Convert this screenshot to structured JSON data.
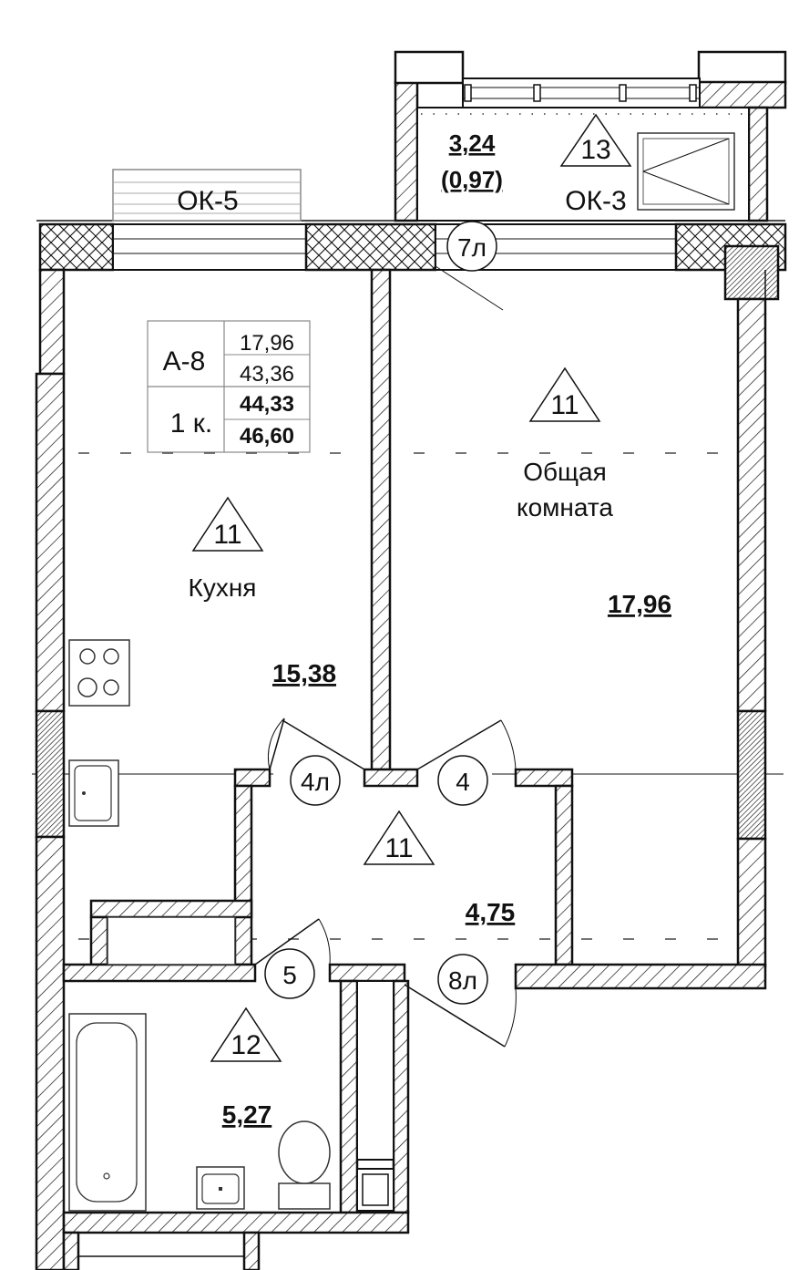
{
  "apartment": {
    "code": "А-8",
    "rooms_label": "1 к.",
    "living_area": "17,96",
    "total_area": "43,36",
    "area_bold_1": "44,33",
    "area_bold_2": "46,60"
  },
  "rooms": {
    "kitchen": {
      "name": "Кухня",
      "area": "15,38",
      "mark": "11"
    },
    "living": {
      "name_line1": "Общая",
      "name_line2": "комната",
      "area": "17,96",
      "mark": "11"
    },
    "hall": {
      "area": "4,75",
      "mark": "11"
    },
    "bathroom": {
      "area": "5,27",
      "mark": "12"
    },
    "loggia": {
      "area": "3,24",
      "area_reduced": "(0,97)",
      "mark": "13"
    }
  },
  "windows": {
    "kitchen": "ОК-5",
    "loggia": "ОК-3"
  },
  "doors": {
    "loggia": "7л",
    "kitchen": "4л",
    "living": "4",
    "bathroom": "5",
    "entrance": "8л"
  }
}
